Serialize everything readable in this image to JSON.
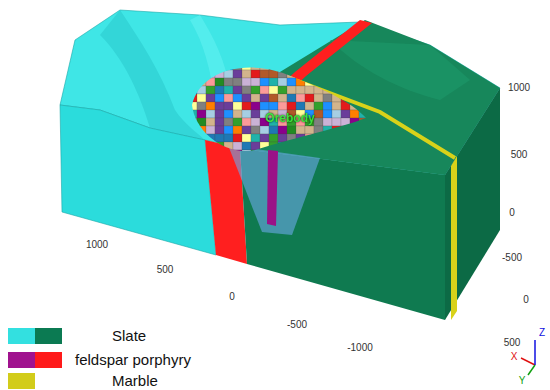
{
  "diagram": {
    "labels": [
      "Orebody",
      "1000",
      "500",
      "0",
      "1000",
      "500",
      "0",
      "-500",
      "-1000",
      "-500",
      "0",
      "500",
      "X",
      "Y",
      "Z"
    ],
    "legend": [
      {
        "text": "Slate",
        "color": "#33e0e0"
      },
      {
        "text": "feldspar porphyry",
        "color": "#a0128e"
      },
      {
        "text": "Marble",
        "color": "#d2cc1a"
      }
    ]
  }
}
